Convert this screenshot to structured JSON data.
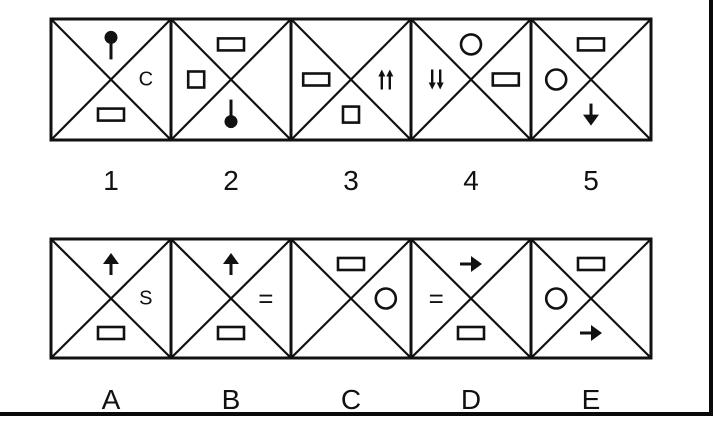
{
  "puzzle": {
    "problem_figures": [
      {
        "label": "1",
        "elements": [
          {
            "cell": "top",
            "icon": "pin-up-icon"
          },
          {
            "cell": "right",
            "text": "C"
          },
          {
            "cell": "bottom",
            "icon": "rectangle-icon"
          }
        ]
      },
      {
        "label": "2",
        "elements": [
          {
            "cell": "top",
            "icon": "rectangle-icon"
          },
          {
            "cell": "left",
            "icon": "square-icon"
          },
          {
            "cell": "bottom",
            "icon": "pin-down-icon"
          }
        ]
      },
      {
        "label": "3",
        "elements": [
          {
            "cell": "left",
            "icon": "rectangle-icon"
          },
          {
            "cell": "right",
            "icon": "double-arrow-up-icon"
          },
          {
            "cell": "bottom",
            "icon": "square-icon"
          }
        ]
      },
      {
        "label": "4",
        "elements": [
          {
            "cell": "top",
            "icon": "circle-icon"
          },
          {
            "cell": "left",
            "icon": "double-arrow-down-icon"
          },
          {
            "cell": "right",
            "icon": "rectangle-icon"
          }
        ]
      },
      {
        "label": "5",
        "elements": [
          {
            "cell": "top",
            "icon": "rectangle-icon"
          },
          {
            "cell": "left",
            "icon": "circle-icon"
          },
          {
            "cell": "bottom",
            "icon": "arrow-down-icon"
          }
        ]
      }
    ],
    "answer_figures": [
      {
        "label": "A",
        "elements": [
          {
            "cell": "top",
            "icon": "arrow-up-icon"
          },
          {
            "cell": "right",
            "text": "S"
          },
          {
            "cell": "bottom",
            "icon": "rectangle-icon"
          }
        ]
      },
      {
        "label": "B",
        "elements": [
          {
            "cell": "top",
            "icon": "arrow-up-icon"
          },
          {
            "cell": "right",
            "text": "="
          },
          {
            "cell": "bottom",
            "icon": "rectangle-icon"
          }
        ]
      },
      {
        "label": "C",
        "elements": [
          {
            "cell": "top",
            "icon": "rectangle-icon"
          },
          {
            "cell": "right",
            "icon": "circle-icon"
          }
        ]
      },
      {
        "label": "D",
        "elements": [
          {
            "cell": "top",
            "icon": "arrow-right-icon"
          },
          {
            "cell": "left",
            "text": "="
          },
          {
            "cell": "bottom",
            "icon": "rectangle-icon"
          }
        ]
      },
      {
        "label": "E",
        "elements": [
          {
            "cell": "top",
            "icon": "rectangle-icon"
          },
          {
            "cell": "left",
            "icon": "circle-icon"
          },
          {
            "cell": "bottom",
            "icon": "arrow-right-icon"
          }
        ]
      }
    ]
  }
}
